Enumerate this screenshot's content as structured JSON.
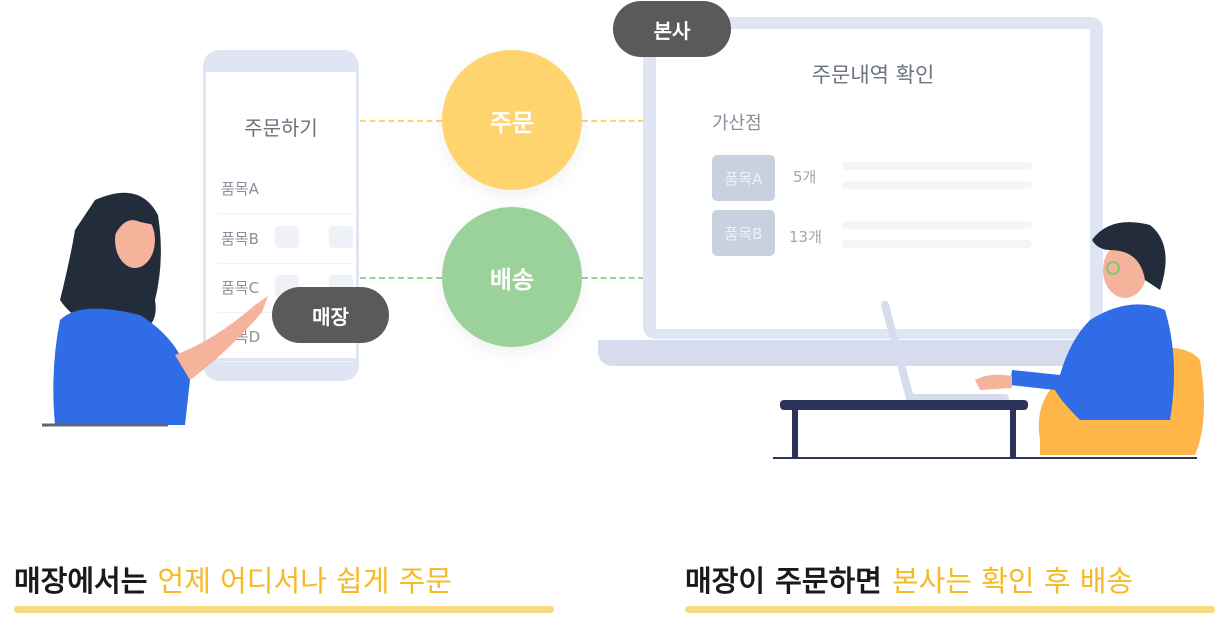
{
  "phone": {
    "title": "주문하기",
    "items": [
      "품목A",
      "품목B",
      "품목C",
      "품목D"
    ]
  },
  "flow": {
    "order_label": "주문",
    "delivery_label": "배송",
    "order_color": "#ffd36e",
    "delivery_color": "#9bd19b"
  },
  "store_label": "매장",
  "hq_label": "본사",
  "monitor": {
    "title": "주문내역 확인",
    "branch": "가산점",
    "orders": [
      {
        "item": "품목A",
        "qty": "5개"
      },
      {
        "item": "품목B",
        "qty": "13개"
      }
    ]
  },
  "captions": {
    "left": {
      "bold": "매장에서는",
      "highlight": "언제 어디서나 쉽게 주문"
    },
    "right": {
      "bold": "매장이 주문하면",
      "highlight": "본사는 확인 후 배송"
    }
  }
}
